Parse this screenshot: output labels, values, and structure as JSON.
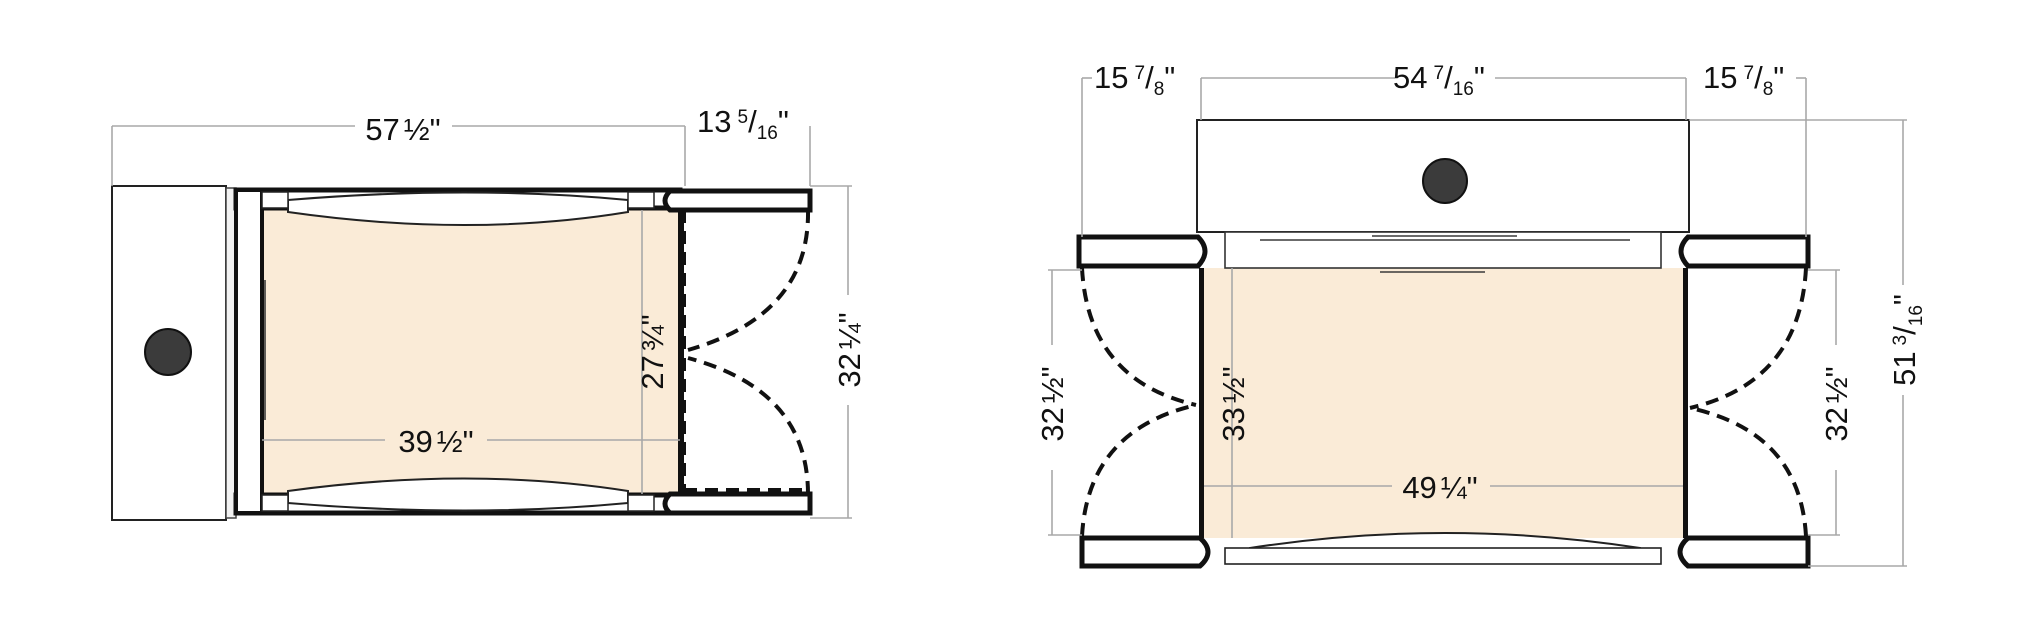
{
  "colors": {
    "floor": "#faebd7",
    "outline": "#111111",
    "dimension_line": "#a8a8a8",
    "burner": "#3b3b3b"
  },
  "left_plan": {
    "dims": {
      "overall_width": {
        "whole": "57",
        "frac": "½",
        "mark": "\""
      },
      "door_offset": {
        "whole": "13",
        "num": "5",
        "den": "16",
        "mark": "\""
      },
      "height": {
        "whole": "32",
        "frac": "¼",
        "mark": "\""
      },
      "interior_height": {
        "whole": "27",
        "frac": "¾",
        "mark": "\""
      },
      "interior_width": {
        "whole": "39",
        "frac": "½",
        "mark": "\""
      }
    }
  },
  "right_plan": {
    "dims": {
      "left_side": {
        "whole": "15",
        "num": "7",
        "den": "8",
        "mark": "\""
      },
      "center_width": {
        "whole": "54",
        "num": "7",
        "den": "16",
        "mark": "\""
      },
      "right_side": {
        "whole": "15",
        "num": "7",
        "den": "8",
        "mark": "\""
      },
      "door_left": {
        "whole": "32",
        "frac": "½",
        "mark": "\""
      },
      "interior_height": {
        "whole": "33",
        "frac": "½",
        "mark": "\""
      },
      "door_right": {
        "whole": "32",
        "frac": "½",
        "mark": "\""
      },
      "interior_width": {
        "whole": "49",
        "frac": "¼",
        "mark": "\""
      },
      "overall_height": {
        "whole": "51",
        "num": "3",
        "den": "16",
        "mark": "\""
      }
    }
  }
}
